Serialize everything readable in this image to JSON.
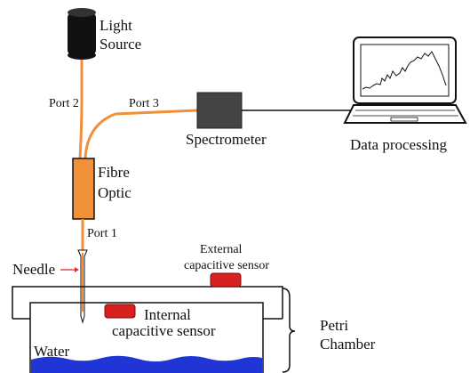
{
  "labels": {
    "light_source_line1": "Light",
    "light_source_line2": "Source",
    "port2": "Port 2",
    "port3": "Port 3",
    "port1": "Port 1",
    "spectrometer": "Spectrometer",
    "data_processing": "Data processing",
    "fibre_line1": "Fibre",
    "fibre_line2": "Optic",
    "needle": "Needle",
    "external_line1": "External",
    "external_line2": "capacitive sensor",
    "internal_line1": "Internal",
    "internal_line2": "capacitive sensor",
    "petri_line1": "Petri",
    "petri_line2": "Chamber",
    "water": "Water"
  },
  "colors": {
    "fibre": "#f0913a",
    "fibre_body": "#f0913a",
    "light_source": "#111111",
    "spectrometer": "#444444",
    "sensor": "#d92020",
    "water": "#1f35d6",
    "needle_arrow": "#e03030",
    "outline": "#111111"
  },
  "icons": {
    "light_source": "cylinder-lamp-icon",
    "spectrometer": "box-device-icon",
    "laptop": "laptop-icon"
  },
  "spectrum_plot_visible": true
}
